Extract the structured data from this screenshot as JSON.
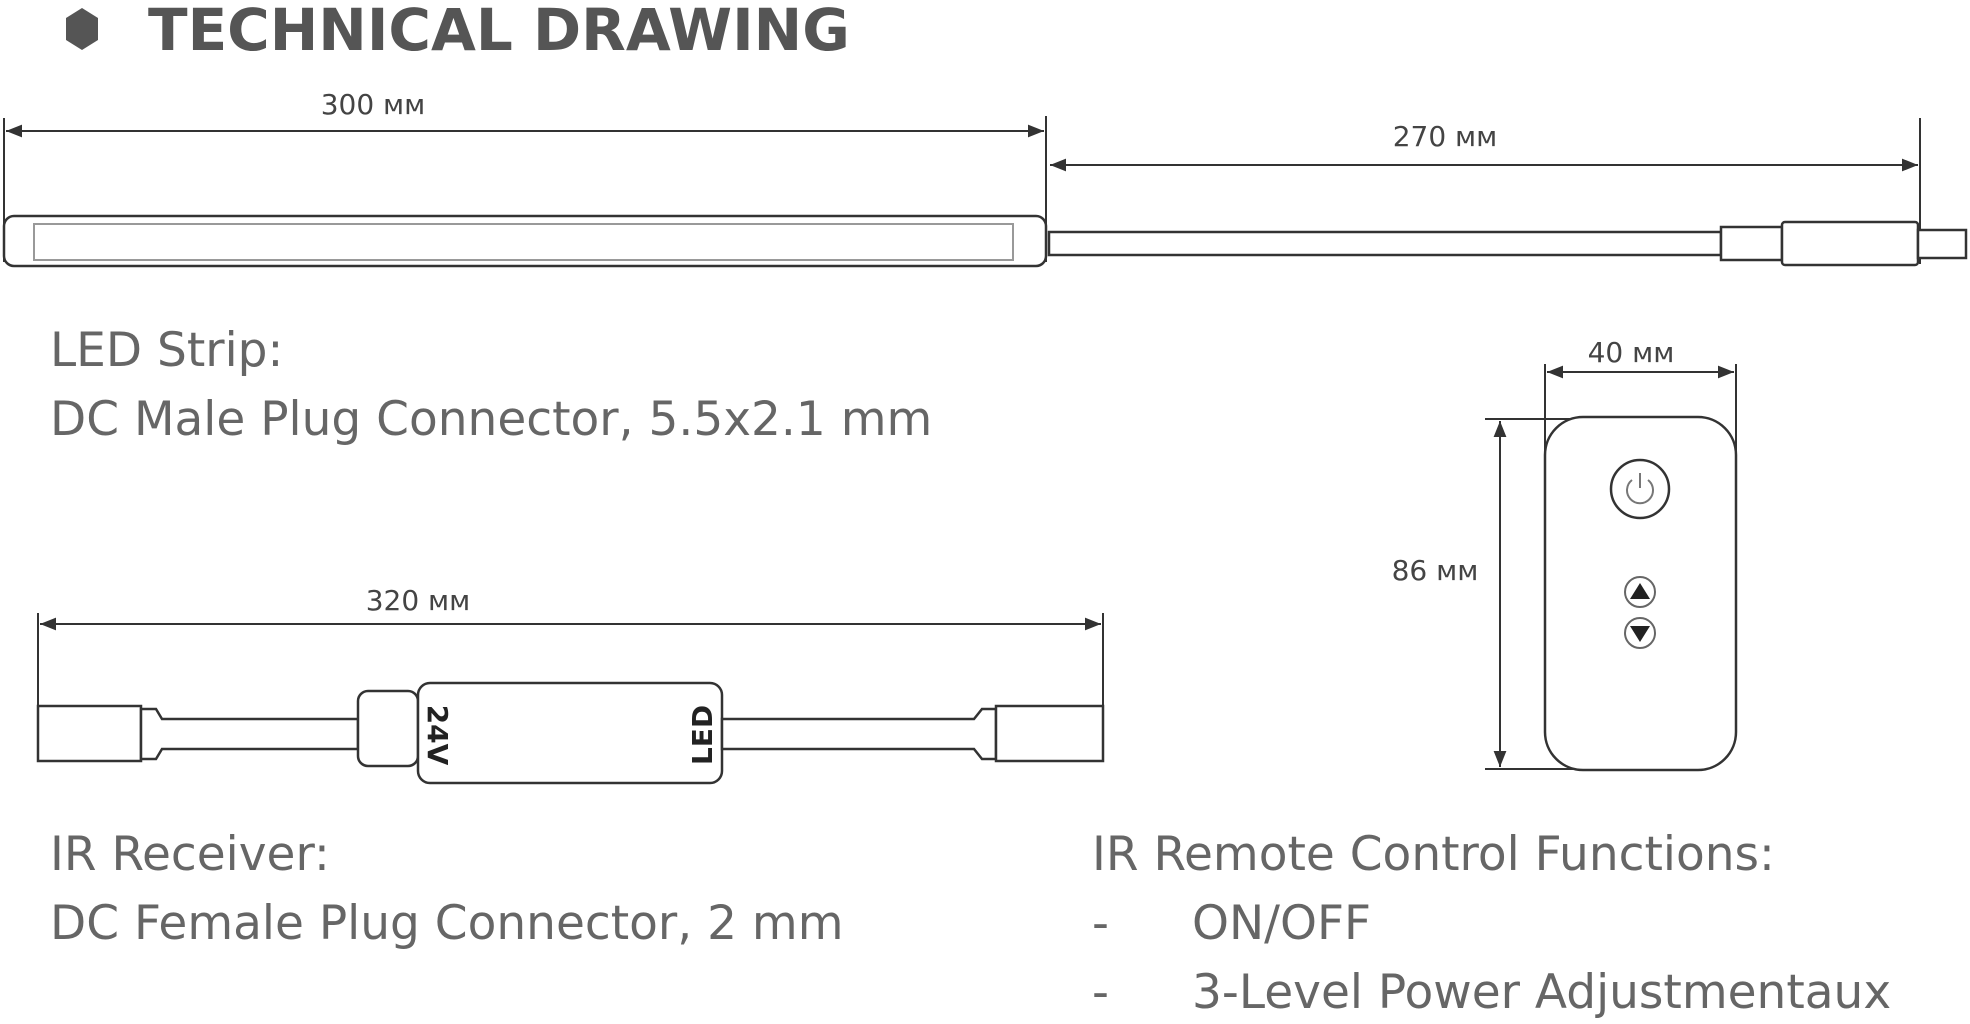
{
  "header": {
    "title": "TECHNICAL DRAWING",
    "bullet_icon": "hexagon-icon",
    "color": "#555555"
  },
  "led_strip": {
    "length_label": "300 мм",
    "cable_label": "270 мм",
    "title": "LED Strip:",
    "description": "DC Male Plug Connector, 5.5x2.1 mm"
  },
  "ir_receiver": {
    "length_label": "320 мм",
    "input_label": "24V",
    "output_label": "LED",
    "title": "IR Receiver:",
    "description": "DC Female Plug Connector, 2 mm"
  },
  "remote": {
    "width_label": "40 мм",
    "height_label": "86 мм",
    "buttons": [
      "power-icon",
      "arrow-up-icon",
      "arrow-down-icon"
    ],
    "functions_title": "IR Remote Control Functions:",
    "functions": [
      {
        "bullet": "-",
        "text": "ON/OFF"
      },
      {
        "bullet": "-",
        "text": "3-Level Power Adjustmentaux"
      }
    ]
  }
}
